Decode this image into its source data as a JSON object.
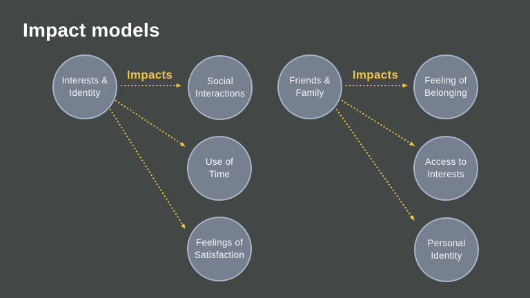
{
  "title": "Impact models",
  "colors": {
    "background": "#434847",
    "circle_fill": "#76808e",
    "circle_border": "#a8b5c9",
    "accent_yellow": "#eec63e",
    "text": "#f4f6f8"
  },
  "diagrams": [
    {
      "impacts_label": "Impacts",
      "source": "Interests &\nIdentity",
      "targets": [
        "Social\nInteractions",
        "Use of\nTime",
        "Feelings of\nSatisfaction"
      ]
    },
    {
      "impacts_label": "Impacts",
      "source": "Friends &\nFamily",
      "targets": [
        "Feeling of\nBelonging",
        "Access to\nInterests",
        "Personal\nIdentity"
      ]
    }
  ]
}
